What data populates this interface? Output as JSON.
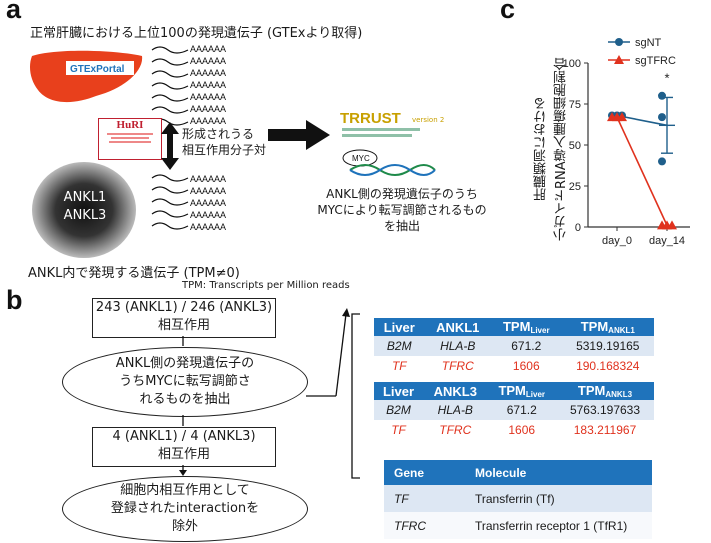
{
  "panel_a": {
    "letter": "a",
    "top_label": "正常肝臓における上位100の発現遺伝子 (GTExより取得)",
    "gtex_logo": "GTExPortal",
    "aaaa": "AAAAAA",
    "huri_logo": "HuRI",
    "double_arrow_label": [
      "形成されうる",
      "相互作用分子対"
    ],
    "cell_labels": [
      "ANKL1",
      "ANKL3"
    ],
    "bottom_label": "ANKL内で発現する遺伝子 (TPM≠0)",
    "tpm_note": "TPM: Transcripts per Million reads",
    "trrust_logo": "TRRUST",
    "trrust_version": "version 2",
    "myc_label": "MYC",
    "result_text": [
      "ANKL側の発現遺伝子のうち",
      "MYCにより転写調節されるものを抽出"
    ]
  },
  "panel_b": {
    "letter": "b",
    "flow": [
      {
        "type": "box",
        "lines": [
          "243 (ANKL1) / 246 (ANKL3)",
          "相互作用"
        ]
      },
      {
        "type": "oval",
        "lines": [
          "ANKL側の発現遺伝子の",
          "うちMYCに転写調節さ",
          "れるものを抽出"
        ]
      },
      {
        "type": "box",
        "lines": [
          "4 (ANKL1) / 4 (ANKL3)",
          "相互作用"
        ]
      },
      {
        "type": "oval",
        "lines": [
          "細胞内相互作用として",
          "登録されたinteractionを",
          "除外"
        ]
      }
    ],
    "table1": {
      "headers": [
        "Liver",
        "ANKL1",
        "TPM",
        "TPM"
      ],
      "header_subs": [
        "",
        "",
        "Liver",
        "ANKL1"
      ],
      "rows": [
        [
          "B2M",
          "HLA-B",
          "671.2",
          "5319.19165"
        ],
        [
          "TF",
          "TFRC",
          "1606",
          "190.168324"
        ]
      ]
    },
    "table2": {
      "headers": [
        "Liver",
        "ANKL3",
        "TPM",
        "TPM"
      ],
      "header_subs": [
        "",
        "",
        "Liver",
        "ANKL3"
      ],
      "rows": [
        [
          "B2M",
          "HLA-B",
          "671.2",
          "5763.197633"
        ],
        [
          "TF",
          "TFRC",
          "1606",
          "183.211967"
        ]
      ]
    },
    "gene_table": {
      "headers": [
        "Gene",
        "Molecule"
      ],
      "rows": [
        [
          "TF",
          "Transferrin (Tf)"
        ],
        [
          "TFRC",
          "Transferrin receptor 1 (TfR1)"
        ]
      ]
    }
  },
  "panel_c": {
    "letter": "c",
    "ylabel_lines": [
      "肝臓類洞における",
      "小ガイドRNA導入腫瘍細胞割合"
    ],
    "significance": "*",
    "chart_data": {
      "type": "scatter",
      "categories": [
        "day_0",
        "day_14"
      ],
      "ylim": [
        0,
        100
      ],
      "yticks": [
        0,
        25,
        50,
        75,
        100
      ],
      "series": [
        {
          "name": "sgNT",
          "color": "#1f5f8b",
          "marker": "circle",
          "points": [
            [
              0,
              68
            ],
            [
              0,
              68
            ],
            [
              0,
              68
            ],
            [
              1,
              80
            ],
            [
              1,
              67
            ],
            [
              1,
              40
            ]
          ],
          "mean": [
            68,
            62
          ],
          "sd": [
            0,
            17
          ]
        },
        {
          "name": "sgTFRC",
          "color": "#e0321e",
          "marker": "triangle",
          "points": [
            [
              0,
              67
            ],
            [
              0,
              67
            ],
            [
              0,
              67
            ],
            [
              1,
              1
            ],
            [
              1,
              1
            ],
            [
              1,
              1
            ]
          ],
          "mean": [
            67,
            1
          ],
          "sd": [
            0,
            0
          ]
        }
      ]
    }
  }
}
